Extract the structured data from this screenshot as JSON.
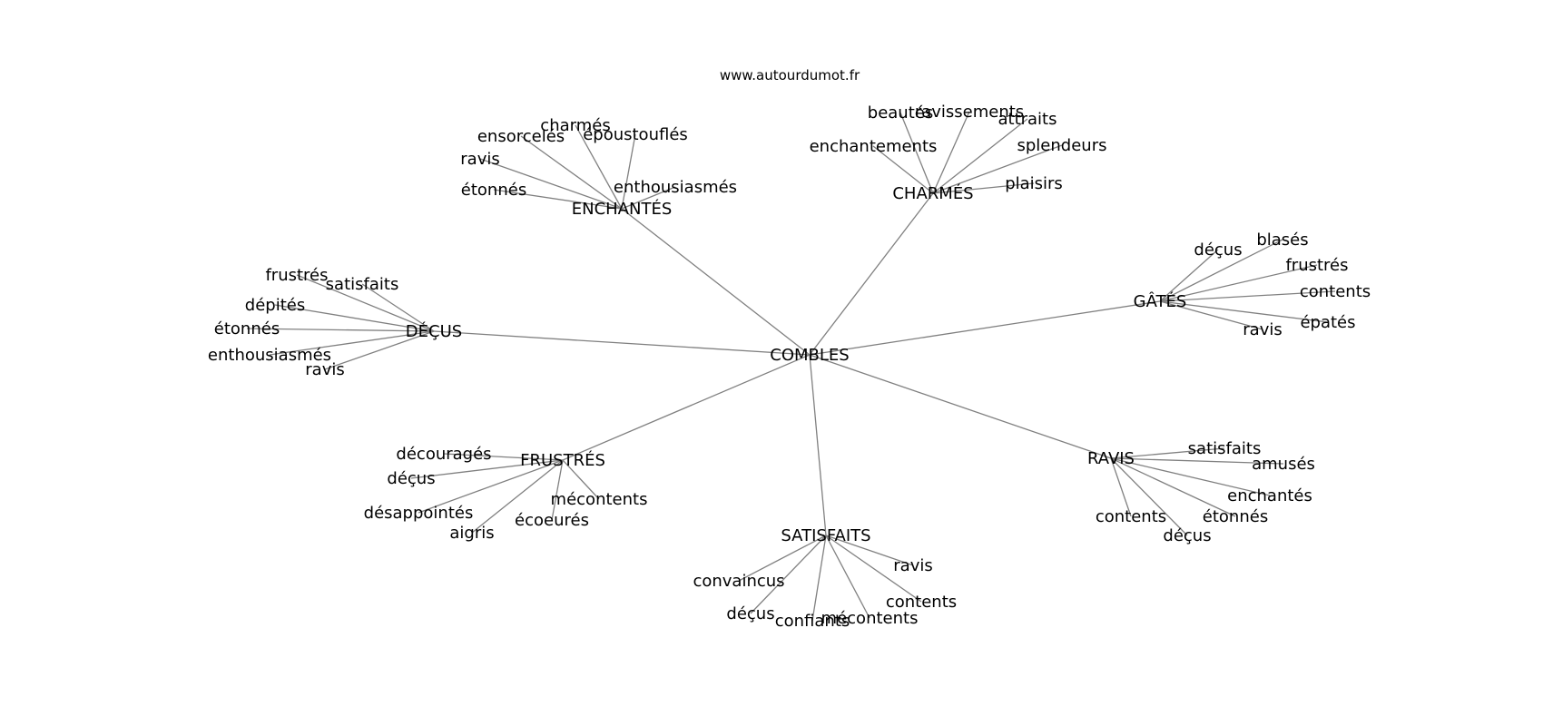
{
  "site": "www.autourdumot.fr",
  "root": "COMBLES",
  "hubs": [
    {
      "id": "enchantes",
      "label": "ENCHANTÉS",
      "leaves": [
        "ensorcelés",
        "charmés",
        "époustouflés",
        "ravis",
        "étonnés",
        "enthousiasmés"
      ]
    },
    {
      "id": "charmes",
      "label": "CHARMÉS",
      "leaves": [
        "beautés",
        "ravissements",
        "attraits",
        "enchantements",
        "splendeurs",
        "plaisirs"
      ]
    },
    {
      "id": "gates",
      "label": "GÂTÉS",
      "leaves": [
        "déçus",
        "blasés",
        "frustrés",
        "contents",
        "épatés",
        "ravis"
      ]
    },
    {
      "id": "decus",
      "label": "DÉÇUS",
      "leaves": [
        "frustrés",
        "satisfaits",
        "dépités",
        "étonnés",
        "enthousiasmés",
        "ravis"
      ]
    },
    {
      "id": "frustres",
      "label": "FRUSTRÉS",
      "leaves": [
        "découragés",
        "déçus",
        "désappointés",
        "aigris",
        "écoeurés",
        "mécontents"
      ]
    },
    {
      "id": "satisfaits",
      "label": "SATISFAITS",
      "leaves": [
        "convaincus",
        "déçus",
        "confiants",
        "mécontents",
        "contents",
        "ravis"
      ]
    },
    {
      "id": "ravis",
      "label": "RAVIS",
      "leaves": [
        "satisfaits",
        "amusés",
        "enchantés",
        "étonnés",
        "contents",
        "déçus"
      ]
    }
  ]
}
